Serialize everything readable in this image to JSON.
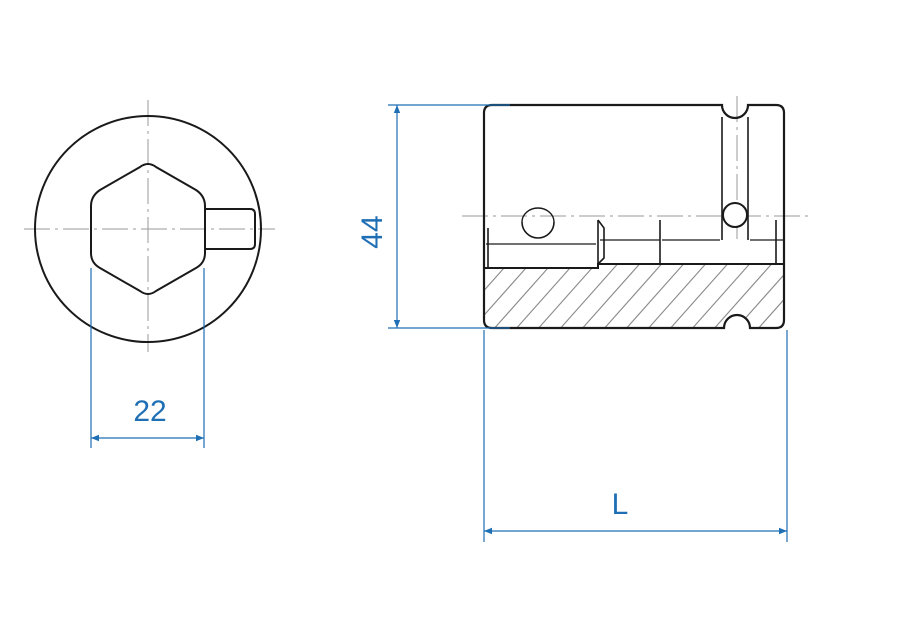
{
  "dimensions": {
    "drive_size": "22",
    "outer_diameter": "44",
    "length": "L"
  },
  "colors": {
    "outline": "#1a1a1a",
    "centerline": "#9a9a9a",
    "hatch": "#8a8a8a",
    "dimension": "#1f6fb5"
  }
}
